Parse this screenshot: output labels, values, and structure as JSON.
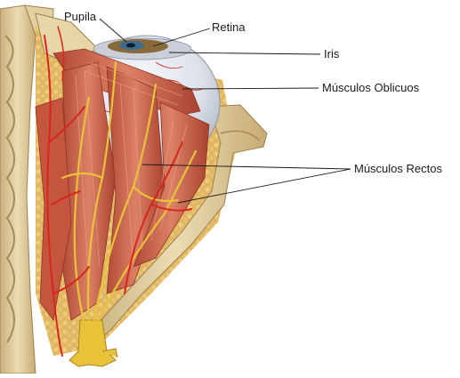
{
  "labels": {
    "pupila": "Pupila",
    "retina": "Retina",
    "iris": "Iris",
    "oblicuos": "Músculos Oblicuos",
    "rectos": "Músculos Rectos"
  },
  "colors": {
    "background": "#ffffff",
    "bone": "#e6d3a6",
    "bone_shadow": "#b99a63",
    "fat": "#e3b85c",
    "muscle": "#c9604a",
    "muscle_dark": "#9e3b2a",
    "sclera": "#e9ecf2",
    "iris": "#3d6b8f",
    "artery": "#d8261c",
    "nerve": "#e8c33a",
    "leader_line": "#1a1a1a"
  }
}
